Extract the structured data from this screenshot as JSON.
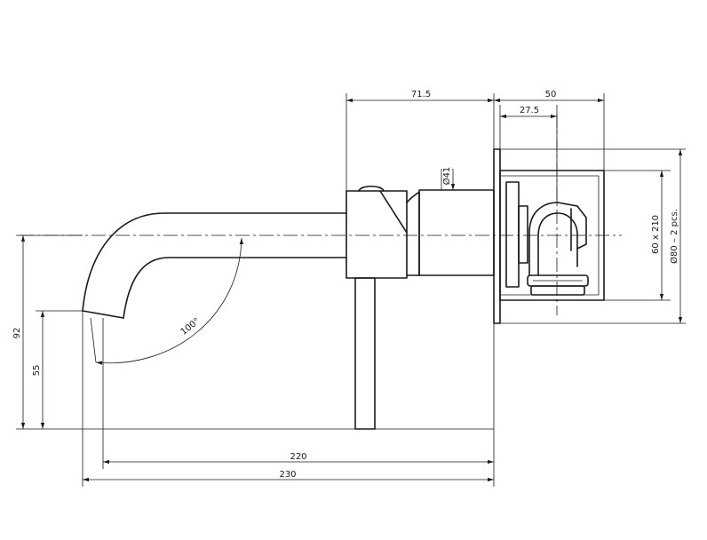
{
  "dimensions": {
    "d71_5": "71.5",
    "d50": "50",
    "d27_5": "27.5",
    "d41": "Ø41",
    "d60x210": "60  x  210",
    "d80": "Ø80  –  2  pcs.",
    "d92": "92",
    "d55": "55",
    "d100": "100°",
    "d220": "220",
    "d230": "230"
  }
}
